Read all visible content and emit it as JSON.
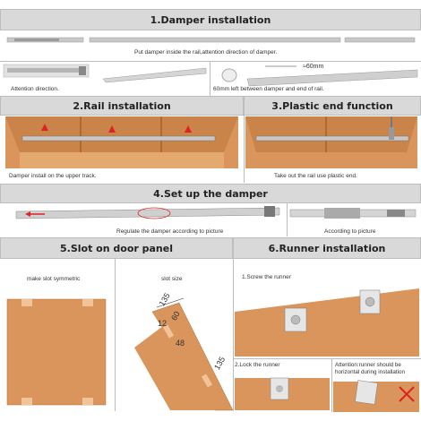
{
  "sections": {
    "s1": {
      "title": "1.Damper installation",
      "caption_top": "Put damper inside the rail,attention direction of damper.",
      "caption_left": "Attention direction.",
      "caption_right": "60mm left between damper and end of rail.",
      "measure": "≈60mm"
    },
    "s2": {
      "title": "2.Rail installation",
      "caption": "Damper install on the upper track."
    },
    "s3": {
      "title": "3.Plastic end function",
      "caption": "Take out the rail use plastic end."
    },
    "s4": {
      "title": "4.Set up the damper",
      "caption_left": "Regulate the damper according to picture",
      "caption_right": "According to picture"
    },
    "s5": {
      "title": "5.Slot on door panel",
      "caption_left": "make slot symmetric",
      "caption_right": "slot size",
      "dims": {
        "d1": "135",
        "d2": "60",
        "d3": "12",
        "d4": "48",
        "d5": "135"
      }
    },
    "s6": {
      "title": "6.Runner installation",
      "step1": "1.Screw the runner",
      "step2": "2.Lock the runner",
      "attention": "Attention:runner should be horizontal during installation"
    }
  },
  "colors": {
    "header_bg": "#d9d9d9",
    "wood": "#d9955b",
    "wood_dark": "#c07a3e",
    "rail": "#c8c8c8",
    "arrow": "#d22"
  }
}
